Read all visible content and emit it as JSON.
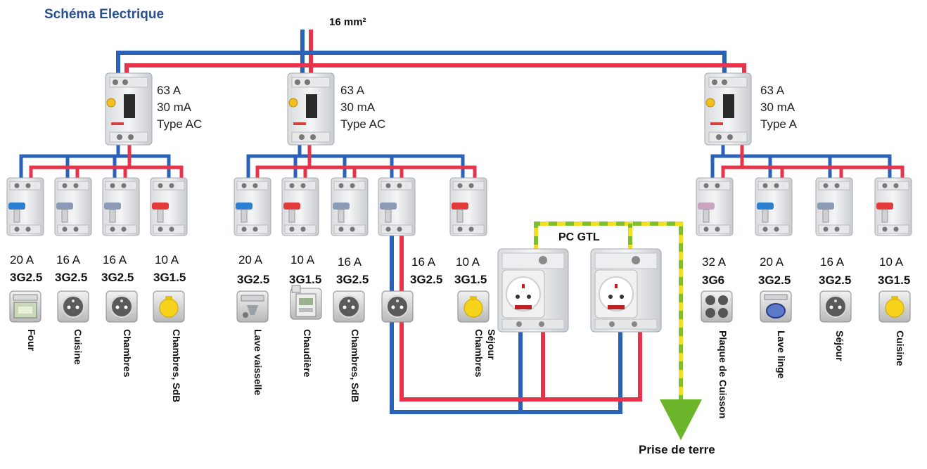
{
  "title": "Schéma Electrique",
  "main_cable": "16 mm²",
  "differentials": [
    {
      "lines": [
        "63 A",
        "30 mA",
        "Type AC"
      ]
    },
    {
      "lines": [
        "63 A",
        "30 mA",
        "Type AC"
      ]
    },
    {
      "lines": [
        "63 A",
        "30 mA",
        "Type A"
      ]
    }
  ],
  "circuits": [
    {
      "amp": "20 A",
      "cable": "3G2.5",
      "room": [
        "Four"
      ],
      "device": "oven-icon",
      "handle": "#2f7fd0"
    },
    {
      "amp": "16 A",
      "cable": "3G2.5",
      "room": [
        "Cuisine"
      ],
      "device": "socket-icon",
      "handle": "#8c9bb5"
    },
    {
      "amp": "16 A",
      "cable": "3G2.5",
      "room": [
        "Chambres"
      ],
      "device": "socket-icon",
      "handle": "#8c9bb5"
    },
    {
      "amp": "10 A",
      "cable": "3G1.5",
      "room": [
        "Chambres, SdB"
      ],
      "device": "light-icon",
      "handle": "#e23b3b"
    },
    {
      "amp": "20 A",
      "cable": "3G2.5",
      "room": [
        "Lave vaisselle"
      ],
      "device": "dishwasher-icon",
      "handle": "#2f7fd0"
    },
    {
      "amp": "10 A",
      "cable": "3G1.5",
      "room": [
        "Chaudière"
      ],
      "device": "boiler-icon",
      "handle": "#e23b3b"
    },
    {
      "amp": "16 A",
      "cable": "3G2.5",
      "room": [
        "Chambres, SdB"
      ],
      "device": "socket-icon",
      "handle": "#8c9bb5"
    },
    {
      "amp": "16 A",
      "cable": "3G2.5",
      "room": [],
      "device": "socket-icon",
      "handle": "#8c9bb5"
    },
    {
      "amp": "10 A",
      "cable": "3G1.5",
      "room": [
        "Chambres",
        "Séjour"
      ],
      "device": "light-icon",
      "handle": "#e23b3b"
    },
    {
      "amp": "32 A",
      "cable": "3G6",
      "room": [
        "Plaque de Cuisson"
      ],
      "device": "cooktop-icon",
      "handle": "#c9a3c0"
    },
    {
      "amp": "20 A",
      "cable": "3G2.5",
      "room": [
        "Lave linge"
      ],
      "device": "washer-icon",
      "handle": "#2f7fd0"
    },
    {
      "amp": "16 A",
      "cable": "3G2.5",
      "room": [
        "Séjour"
      ],
      "device": "socket-icon",
      "handle": "#8c9bb5"
    },
    {
      "amp": "10 A",
      "cable": "3G1.5",
      "room": [
        "Cuisine"
      ],
      "device": "light-icon",
      "handle": "#e23b3b"
    }
  ],
  "pc_gtl": "PC GTL",
  "earth": "Prise de terre",
  "colors": {
    "phase": "#e8344a",
    "neutral": "#2a62b8",
    "earth_green": "#7fbf2e",
    "earth_yellow": "#f0e020",
    "title": "#2a4f8f"
  }
}
